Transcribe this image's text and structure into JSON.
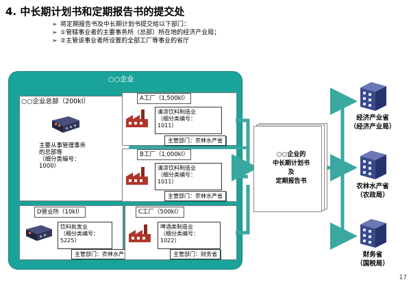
{
  "title": "4. 中长期计划书和定期报告书的提交处",
  "bullets": [
    "将定期报告书及中长期计划书提交给以下部门：",
    "①管辖事业者的主要事务所（总部）所在地的经济产业局；",
    "②主管该事业者所设置的全部工厂等事业的省厅"
  ],
  "enterprise": {
    "label": "○○企业",
    "headquarters": {
      "label": "○○企业总部（200kl）",
      "text": [
        "主要从事管理事务",
        "的总部等",
        "（细分类编号：",
        "1000）"
      ]
    },
    "factory_a": {
      "label": "A工厂（1,500kl）",
      "info": [
        "清凉饮料制造业",
        "（细分类编号：",
        "1011）"
      ],
      "ministry": "主管部门：农林水产省"
    },
    "factory_b": {
      "label": "B工厂（1,000kl）",
      "info": [
        "清凉饮料制造业",
        "（细分类编号：",
        "1011）"
      ],
      "ministry": "主管部门：农林水产省"
    },
    "factory_c": {
      "label": "C工厂（500kl）",
      "info": [
        "啤酒类制造业",
        "（细分类编号：",
        "1022）"
      ],
      "ministry": "主管部门：财务省"
    },
    "branch_d": {
      "label": "D营业所（10kl）",
      "info": [
        "饮料批发业",
        "（细分类编号：",
        "5225）"
      ],
      "ministry": "主管部门：农林水产省"
    }
  },
  "documents": [
    "○○企业的",
    "中长期计划书",
    "及",
    "定期报告书"
  ],
  "agencies": [
    {
      "name": "经济产业省",
      "sub": "（经济产业局）"
    },
    {
      "name": "农林水产省",
      "sub": "（农政局）"
    },
    {
      "name": "财务省",
      "sub": "（国税局）"
    }
  ],
  "page_number": "17",
  "colors": {
    "teal": "#1aa39a",
    "teal_dark": "#0e7f77",
    "arrow": "#3aa8a0",
    "building": "#3a4a8c"
  }
}
